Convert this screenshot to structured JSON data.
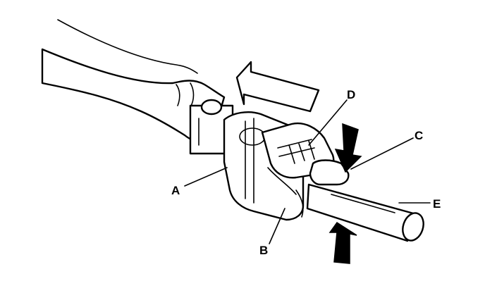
{
  "diagram": {
    "callouts": [
      {
        "id": "A",
        "label": "A"
      },
      {
        "id": "B",
        "label": "B"
      },
      {
        "id": "C",
        "label": "C"
      },
      {
        "id": "D",
        "label": "D"
      },
      {
        "id": "E",
        "label": "E"
      }
    ],
    "colors": {
      "line": "#000000",
      "background": "#ffffff",
      "arrow_fill": "#ffffff",
      "press_arrow_fill": "#000000"
    },
    "icons": {
      "direction_arrow": "hollow-arrow-left",
      "press_arrows": "solid-arrow-pair"
    }
  }
}
